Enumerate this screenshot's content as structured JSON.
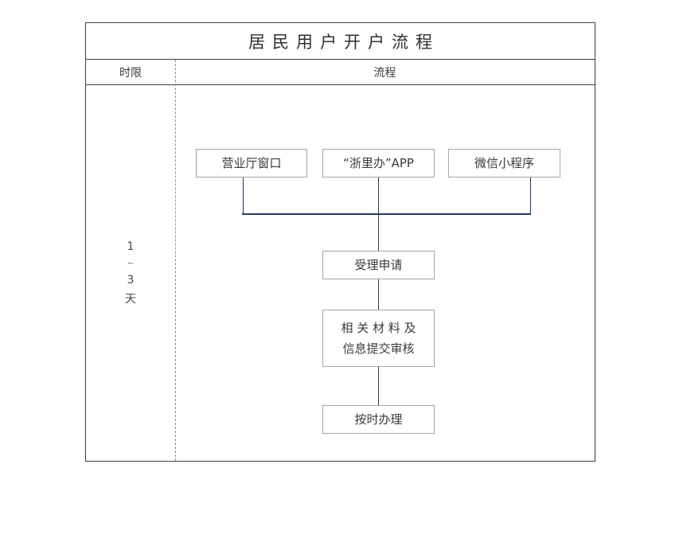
{
  "document": {
    "title": "居民用户开户流程"
  },
  "table": {
    "headers": {
      "time_limit": "时限",
      "flow": "流程"
    },
    "time_limit_value": {
      "from": "1",
      "separator": "~",
      "to": "3",
      "unit": "天"
    }
  },
  "flowchart": {
    "type": "flowchart",
    "accent_color": "#1f3d63",
    "border_color": "#a5a5a5",
    "frame_color": "#3f3f3f",
    "entry_nodes": [
      {
        "id": "window",
        "label": "营业厅窗口"
      },
      {
        "id": "app",
        "label": "“浙里办”APP"
      },
      {
        "id": "miniapp",
        "label": "微信小程序"
      }
    ],
    "steps": [
      {
        "id": "accept",
        "label": "受理申请"
      },
      {
        "id": "submit",
        "line1": "相 关 材 料 及",
        "line2": "信息提交审核"
      },
      {
        "id": "handle",
        "label": "按时办理"
      }
    ]
  }
}
